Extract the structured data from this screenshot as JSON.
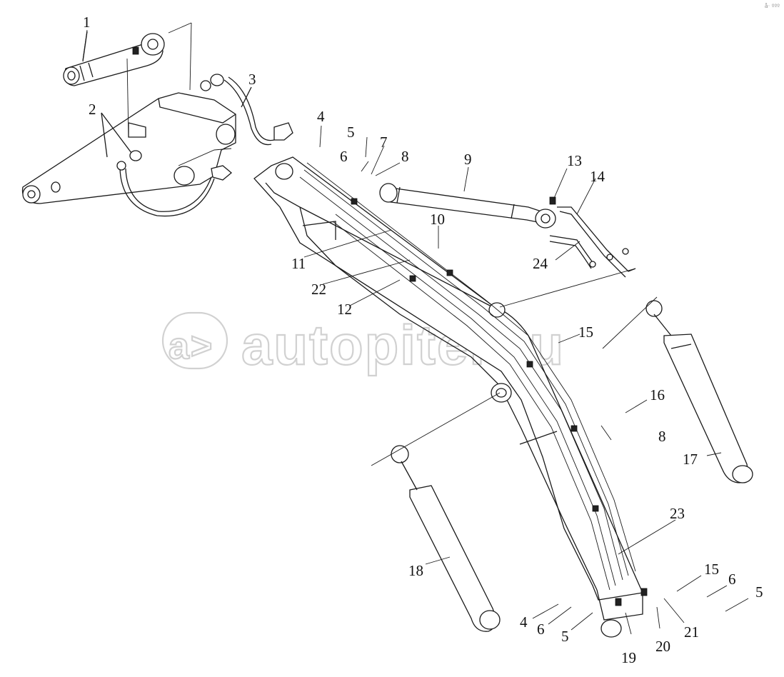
{
  "watermark": {
    "text": "autopiter.ru",
    "logo_glyph": "a>"
  },
  "corner_mark": "å· ººº",
  "labels": [
    {
      "id": "l1",
      "text": "1"
    },
    {
      "id": "l2",
      "text": "2"
    },
    {
      "id": "l3",
      "text": "3"
    },
    {
      "id": "l4a",
      "text": "4"
    },
    {
      "id": "l5a",
      "text": "5"
    },
    {
      "id": "l6a",
      "text": "6"
    },
    {
      "id": "l7",
      "text": "7"
    },
    {
      "id": "l8a",
      "text": "8"
    },
    {
      "id": "l9",
      "text": "9"
    },
    {
      "id": "l10",
      "text": "10"
    },
    {
      "id": "l11",
      "text": "11"
    },
    {
      "id": "l12",
      "text": "12"
    },
    {
      "id": "l13",
      "text": "13"
    },
    {
      "id": "l14",
      "text": "14"
    },
    {
      "id": "l15a",
      "text": "15"
    },
    {
      "id": "l16",
      "text": "16"
    },
    {
      "id": "l8b",
      "text": "8"
    },
    {
      "id": "l17",
      "text": "17"
    },
    {
      "id": "l18",
      "text": "18"
    },
    {
      "id": "l22",
      "text": "22"
    },
    {
      "id": "l23",
      "text": "23"
    },
    {
      "id": "l24",
      "text": "24"
    },
    {
      "id": "l15b",
      "text": "15"
    },
    {
      "id": "l6b",
      "text": "6"
    },
    {
      "id": "l5b",
      "text": "5"
    },
    {
      "id": "l4b",
      "text": "4"
    },
    {
      "id": "l6c",
      "text": "6"
    },
    {
      "id": "l5c",
      "text": "5"
    },
    {
      "id": "l19",
      "text": "19"
    },
    {
      "id": "l20",
      "text": "20"
    },
    {
      "id": "l21",
      "text": "21"
    }
  ]
}
